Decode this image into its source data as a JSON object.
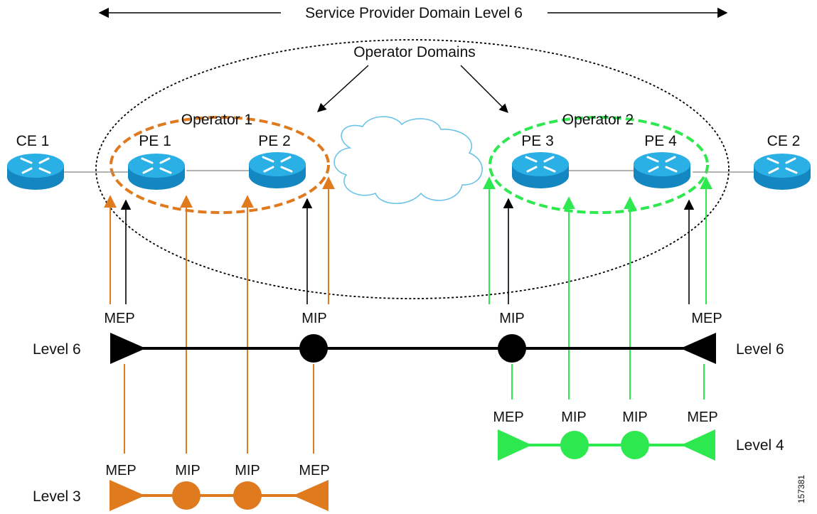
{
  "diagram": {
    "top_banner": "Service Provider Domain Level 6",
    "operator_domains_label": "Operator Domains",
    "operator1_label": "Operator 1",
    "operator2_label": "Operator 2",
    "devices": {
      "ce1": "CE 1",
      "pe1": "PE 1",
      "pe2": "PE 2",
      "pe3": "PE 3",
      "pe4": "PE 4",
      "ce2": "CE 2"
    },
    "level6": {
      "left_label": "Level 6",
      "right_label": "Level 6",
      "points": [
        "MEP",
        "MIP",
        "MIP",
        "MEP"
      ]
    },
    "level4": {
      "label": "Level 4",
      "points": [
        "MEP",
        "MIP",
        "MIP",
        "MEP"
      ]
    },
    "level3": {
      "label": "Level 3",
      "points": [
        "MEP",
        "MIP",
        "MIP",
        "MEP"
      ]
    },
    "figure_id": "157381",
    "colors": {
      "router_fill": "#1a9fd6",
      "router_top": "#52c4ee",
      "operator1": "#e07a1f",
      "operator2": "#2ee84f",
      "cloud_stroke": "#6cc3e8",
      "line_black": "#000000"
    }
  }
}
